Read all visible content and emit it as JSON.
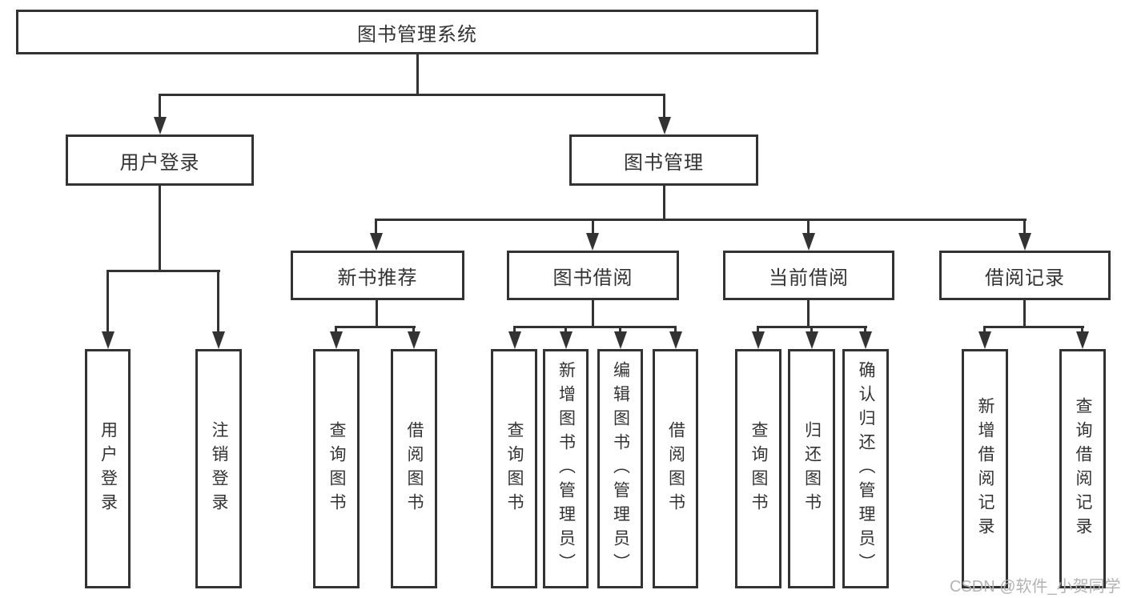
{
  "diagram_title": "图书管理系统",
  "tree": {
    "root": {
      "label": "图书管理系统"
    },
    "branches": [
      {
        "label": "用户登录",
        "children": [
          {
            "label": "用户登录"
          },
          {
            "label": "注销登录"
          }
        ]
      },
      {
        "label": "图书管理",
        "children": [
          {
            "label": "新书推荐",
            "children": [
              {
                "label": "查询图书"
              },
              {
                "label": "借阅图书"
              }
            ]
          },
          {
            "label": "图书借阅",
            "children": [
              {
                "label": "查询图书"
              },
              {
                "label": "新增图书（管理员）"
              },
              {
                "label": "编辑图书（管理员）"
              },
              {
                "label": "借阅图书"
              }
            ]
          },
          {
            "label": "当前借阅",
            "children": [
              {
                "label": "查询图书"
              },
              {
                "label": "归还图书"
              },
              {
                "label": "确认归还（管理员）"
              }
            ]
          },
          {
            "label": "借阅记录",
            "children": [
              {
                "label": "新增借阅记录"
              },
              {
                "label": "查询借阅记录"
              }
            ]
          }
        ]
      }
    ]
  },
  "watermark": "CSDN @软件_小贺同学",
  "colors": {
    "line": "#333333",
    "text": "#333333",
    "watermark": "#b3b3b3",
    "background": "#ffffff"
  }
}
